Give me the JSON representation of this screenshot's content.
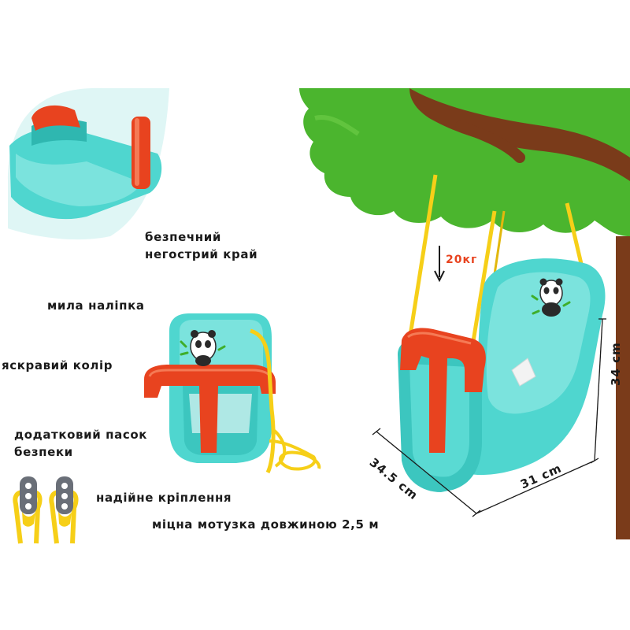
{
  "features": {
    "safe_edge_line1": "безпечний",
    "safe_edge_line2": "негострий край",
    "cute_sticker": "мила наліпка",
    "bright_color": "яскравий колір",
    "extra_belt_line1": "додатковий пасок",
    "extra_belt_line2": "безпеки",
    "reliable_mount": "надійне кріплення",
    "strong_rope": "міцна мотузка довжиною 2,5 м"
  },
  "specs": {
    "max_load": "20кг",
    "depth": "34.5 cm",
    "width": "31 cm",
    "height": "34 cm"
  },
  "colors": {
    "seat": "#4fd6cf",
    "seat_dark": "#2fb7b0",
    "bar": "#e8431f",
    "rope": "#f6cf18",
    "leaves": "#4bb52e",
    "branch": "#7a3b1a"
  }
}
